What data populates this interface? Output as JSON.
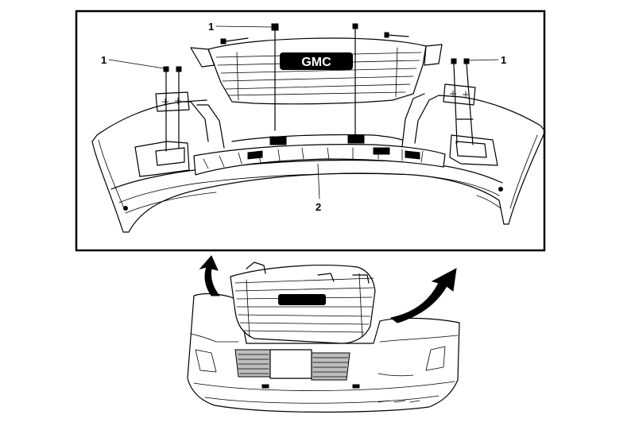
{
  "callouts": {
    "fastener_upper": "1",
    "fastener_left": "1",
    "fastener_right": "1",
    "fascia_part": "2"
  },
  "grille_badge_text": "GMC"
}
